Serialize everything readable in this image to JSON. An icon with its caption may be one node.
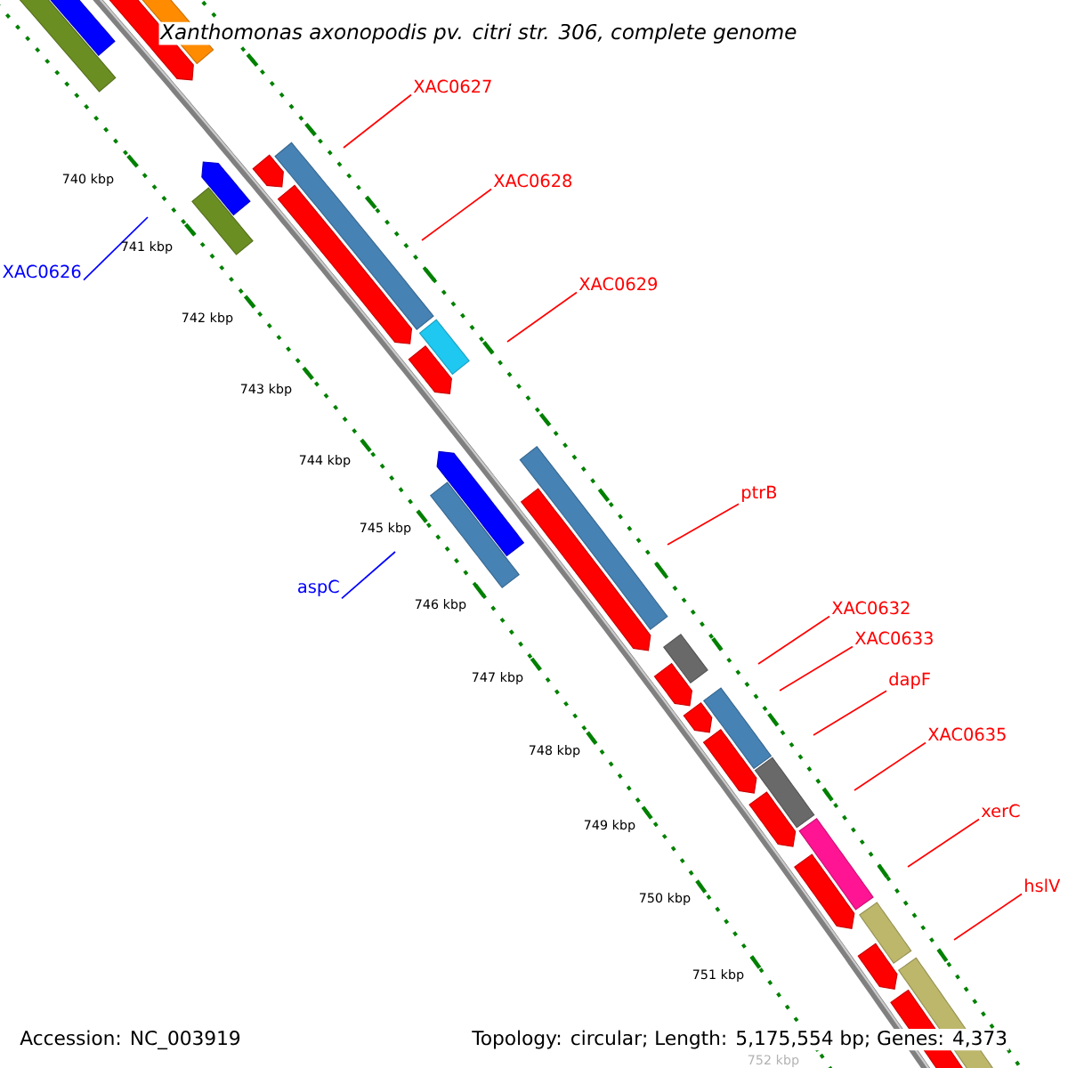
{
  "diagram": {
    "title": "Xanthomonas axonopodis pv. citri str. 306, complete genome",
    "nodes": [
      {
        "text": [
          "XAC0627"
        ]
      },
      {
        "text": [
          "XAC0628"
        ]
      },
      {
        "text": [
          "XAC0629"
        ]
      },
      {
        "text": [
          "ptrB"
        ]
      },
      {
        "text": [
          "XAC0632"
        ]
      },
      {
        "text": [
          "XAC0633"
        ]
      },
      {
        "text": [
          "dapF"
        ]
      },
      {
        "text": [
          "XAC0635"
        ]
      },
      {
        "text": [
          "xerC"
        ]
      },
      {
        "text": [
          "hslV"
        ]
      },
      {
        "text": [
          "XAC0626"
        ]
      },
      {
        "text": [
          "aspC"
        ]
      }
    ],
    "edges": [
      {
        "from": 0,
        "to": null,
        "arrow": "none"
      },
      {
        "from": 1,
        "to": null,
        "arrow": "none"
      },
      {
        "from": 2,
        "to": null,
        "arrow": "none"
      },
      {
        "from": 3,
        "to": null,
        "arrow": "none"
      },
      {
        "from": 4,
        "to": null,
        "arrow": "none"
      },
      {
        "from": 5,
        "to": null,
        "arrow": "none"
      },
      {
        "from": 6,
        "to": null,
        "arrow": "none"
      },
      {
        "from": 7,
        "to": null,
        "arrow": "none"
      },
      {
        "from": 8,
        "to": null,
        "arrow": "none"
      },
      {
        "from": 9,
        "to": null,
        "arrow": "none"
      },
      {
        "from": 10,
        "to": null,
        "arrow": "none",
        "color": "#0000ff"
      },
      {
        "from": 11,
        "to": null,
        "arrow": "none",
        "color": "#0000ff"
      }
    ],
    "labels": [
      "740 kbp",
      "741 kbp",
      "742 kbp",
      "743 kbp",
      "744 kbp",
      "745 kbp",
      "746 kbp",
      "747 kbp",
      "748 kbp",
      "749 kbp",
      "750 kbp",
      "751 kbp",
      "752 kbp",
      "Accession: NC_003919",
      "Topology: circular; Length: 5,175,554 bp; Genes: 4,373"
    ]
  }
}
